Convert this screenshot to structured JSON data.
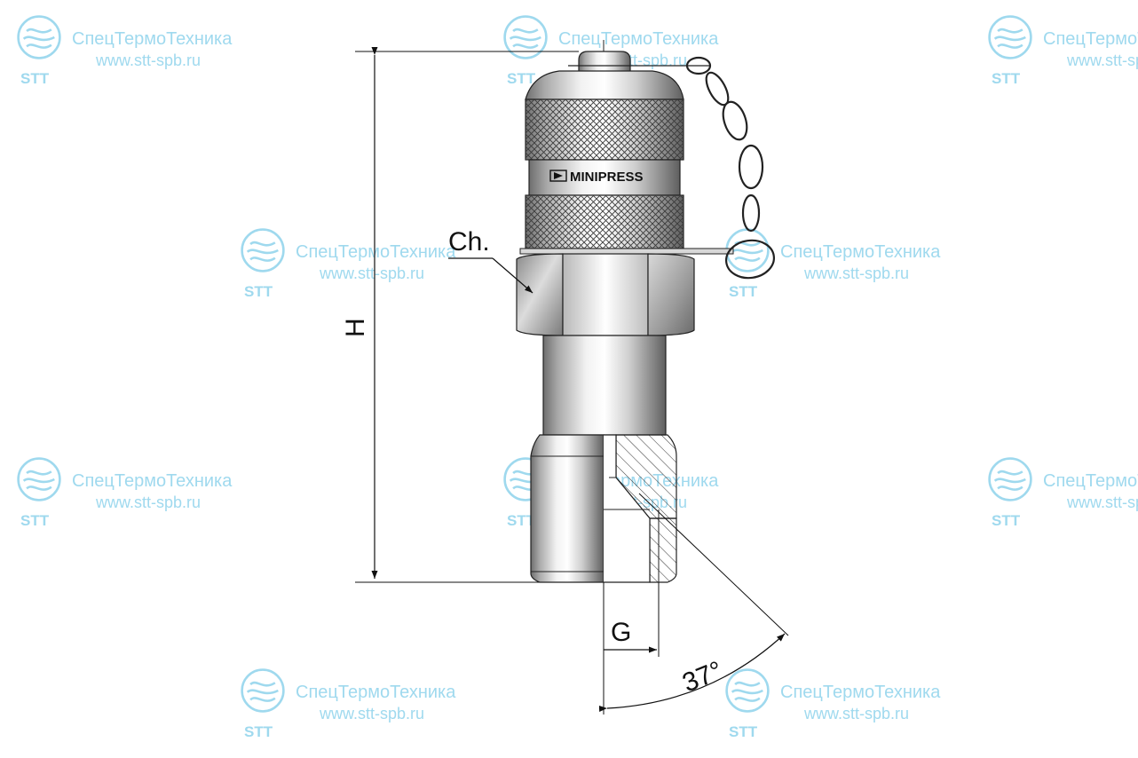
{
  "drawing": {
    "brand_label": "MINIPRESS",
    "chamfer_label": "Ch.",
    "height_label": "H",
    "thread_label": "G",
    "angle_label": "37°"
  },
  "watermark": {
    "company": "СпецТермоТехника",
    "website": "www.stt-spb.ru",
    "logo_text": "STT",
    "color": "#8fd3ec"
  }
}
